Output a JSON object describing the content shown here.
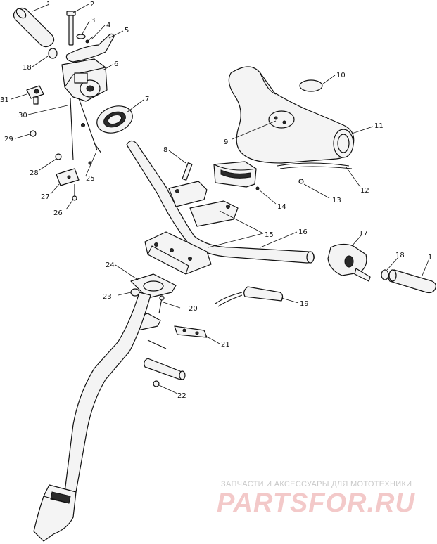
{
  "callouts": {
    "c1a": "1",
    "c2": "2",
    "c3": "3",
    "c4": "4",
    "c5": "5",
    "c6": "6",
    "c7": "7",
    "c8": "8",
    "c9": "9",
    "c10": "10",
    "c11": "11",
    "c12": "12",
    "c13": "13",
    "c14": "14",
    "c15": "15",
    "c16": "16",
    "c17": "17",
    "c18r": "18",
    "c1b": "1",
    "c18l": "18",
    "c19": "19",
    "c20": "20",
    "c21": "21",
    "c22": "22",
    "c23": "23",
    "c24": "24",
    "c25": "25",
    "c26": "26",
    "c27": "27",
    "c28": "28",
    "c29": "29",
    "c30": "30",
    "c31": "31"
  },
  "watermark": {
    "tagline": "ЗАПЧАСТИ И АКСЕССУАРЫ ДЛЯ МОТОТЕХНИКИ",
    "brand": "PARTSFOR.RU"
  }
}
